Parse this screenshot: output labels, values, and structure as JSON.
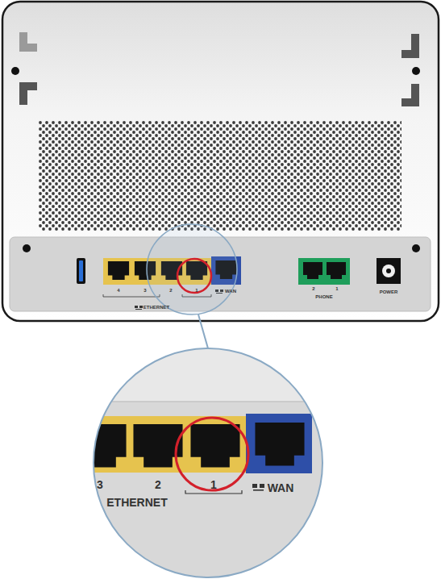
{
  "diagram": {
    "labels": [
      "4",
      "3",
      "2",
      "1",
      "ETHERNET",
      "WAN",
      "2",
      "1",
      "PHONE",
      "POWER",
      "3",
      "2",
      "1",
      "ETHERNET",
      "WAN"
    ]
  }
}
